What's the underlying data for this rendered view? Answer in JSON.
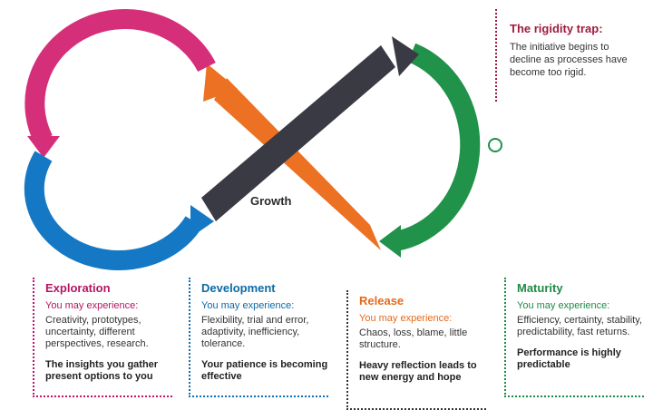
{
  "colors": {
    "exploration": "#d62f7a",
    "exploration_blue": "#1578c4",
    "development": "#1578c4",
    "growth": "#3a3a45",
    "release": "#ec7122",
    "maturity": "#20924a",
    "rigidity": "#a01b3c"
  },
  "diagram": {
    "growth_label": "Growth",
    "marker_icon": "circle-marker-icon"
  },
  "callout": {
    "title": "The rigidity trap:",
    "text": "The initiative begins to decline as processes have become too rigid."
  },
  "phases": [
    {
      "title": "Exploration",
      "sub": "You may experience:",
      "desc": "Creativity, prototypes, uncertainty, different perspectives, research.",
      "key": "The insights you gather present options to you"
    },
    {
      "title": "Development",
      "sub": "You may experience:",
      "desc": "Flexibility, trial and error, adaptivity, inefficiency, tolerance.",
      "key": "Your patience is becoming effective"
    },
    {
      "title": "Release",
      "sub": "You may experience:",
      "desc": "Chaos, loss, blame, little structure.",
      "key": "Heavy reflection leads to new energy and hope"
    },
    {
      "title": "Maturity",
      "sub": "You may experience:",
      "desc": "Efficiency, certainty, stability, predictability, fast returns.",
      "key": "Performance is highly predictable"
    }
  ]
}
